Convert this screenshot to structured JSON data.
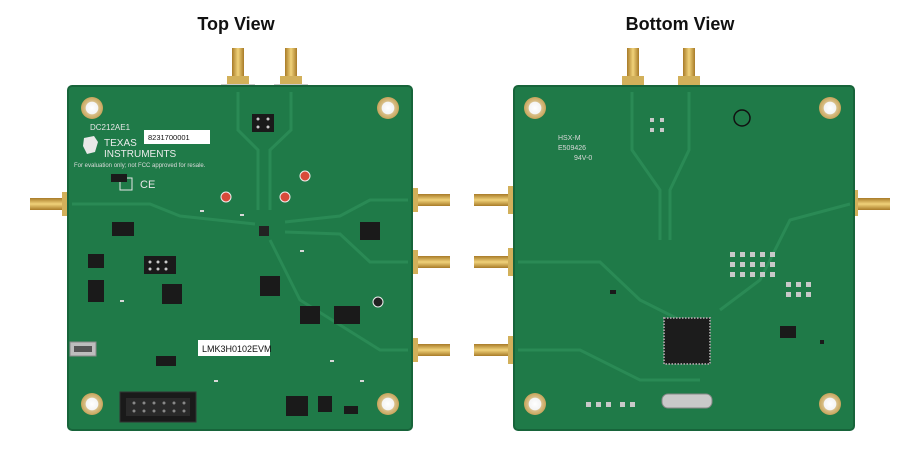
{
  "titles": {
    "top": "Top View",
    "bottom": "Bottom View"
  },
  "top_board": {
    "board_id": "DC212AE1",
    "serial_label": "8231700001",
    "brand_line1": "TEXAS",
    "brand_line2": "INSTRUMENTS",
    "disclaimer": "For evaluation only; not FCC approved for resale.",
    "model_label": "LMK3H0102EVM",
    "ce_mark": "CE"
  },
  "bottom_board": {
    "marking_1": "HSX-M",
    "marking_2": "E509426",
    "marking_3": "94V-0"
  },
  "colors": {
    "pcb_green": "#1f7a48",
    "pcb_edge": "#17643a",
    "trace": "#2a8a55",
    "gold": "#d4a84a",
    "pad": "#c9c9c9"
  }
}
